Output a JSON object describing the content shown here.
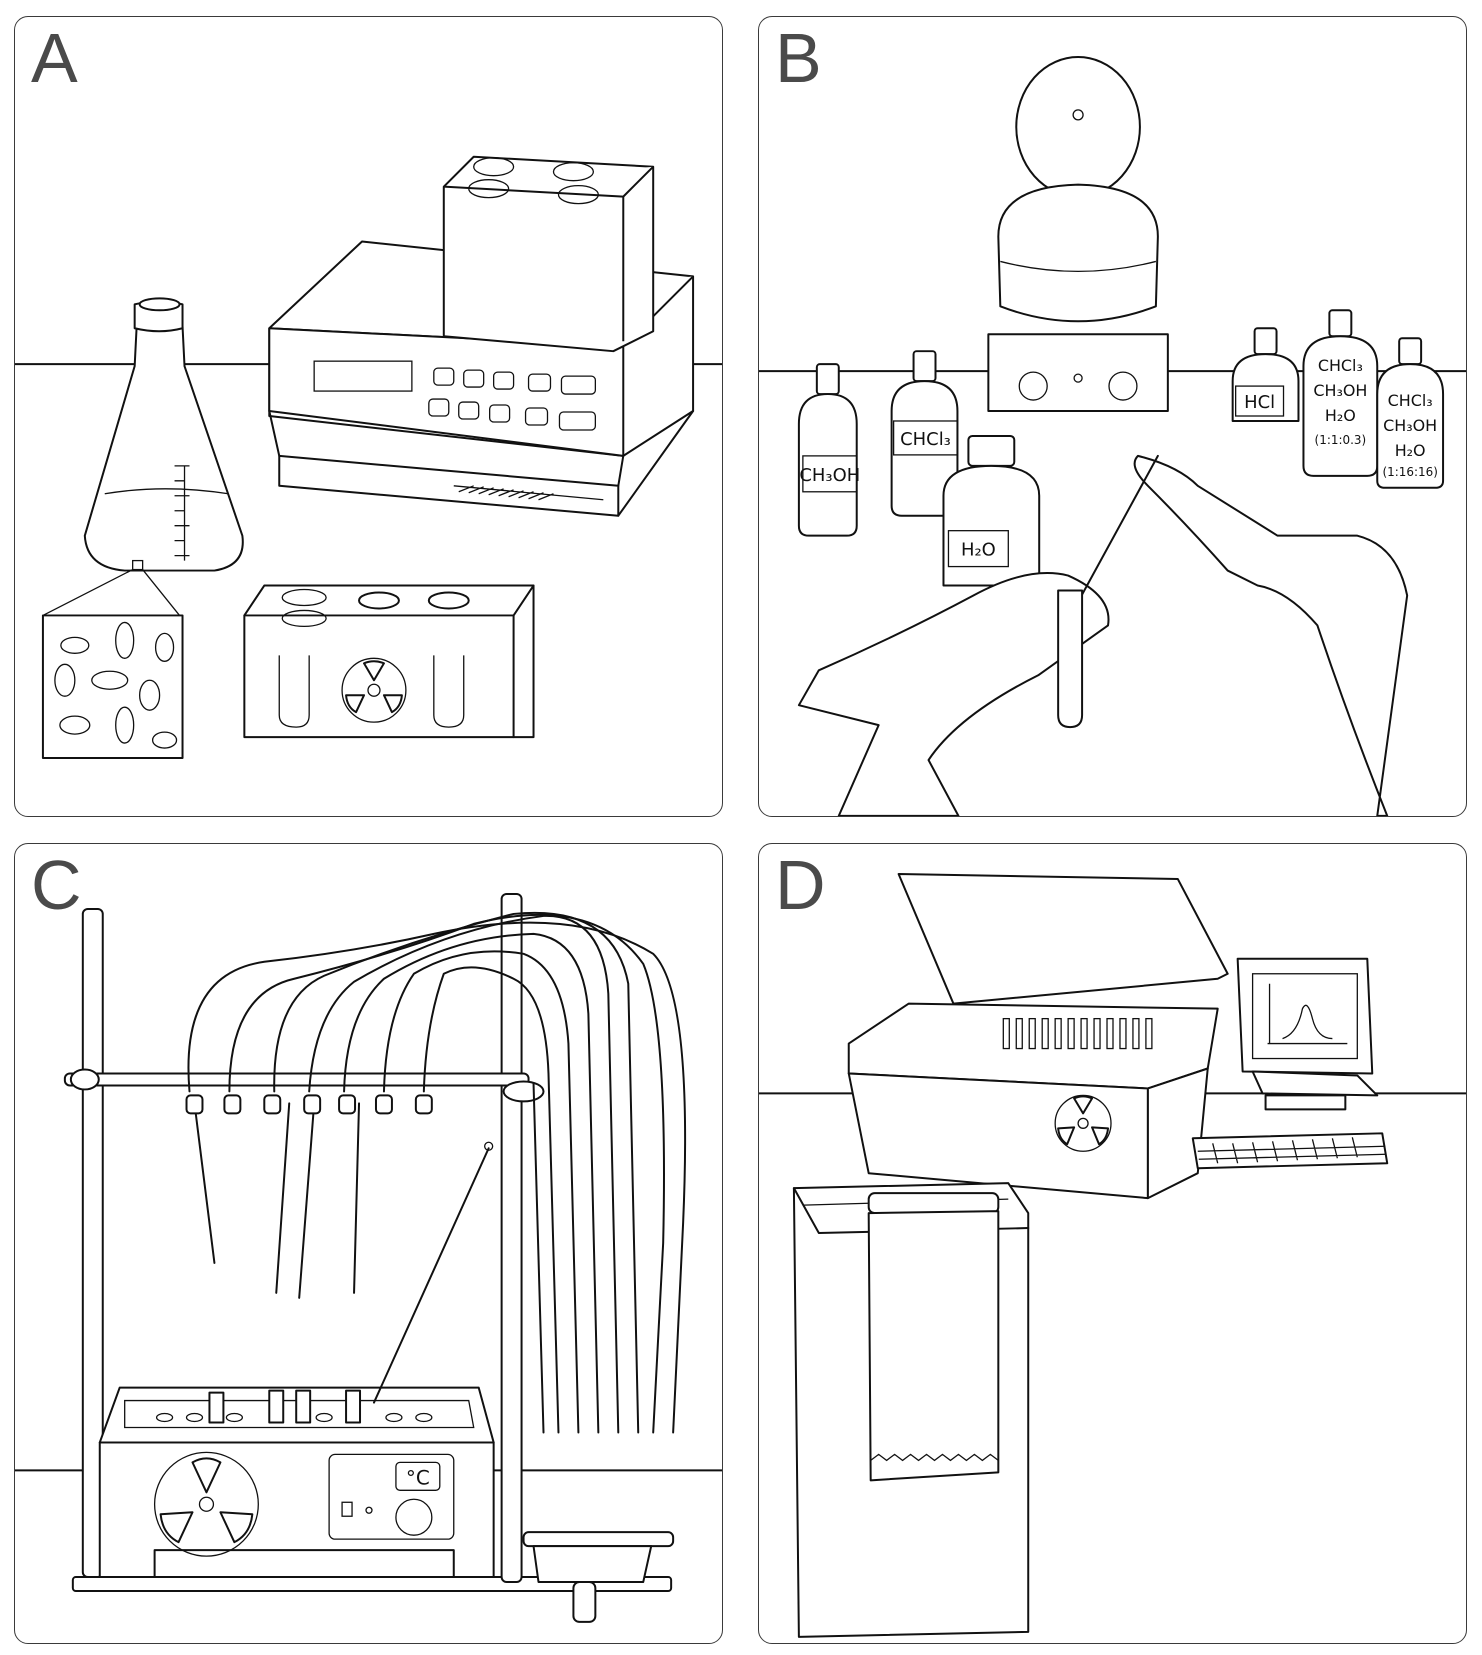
{
  "panels": [
    {
      "letter": "A"
    },
    {
      "letter": "B",
      "bottles": {
        "methanol": "CH₃OH",
        "chloroform": "CHCl₃",
        "water": "H₂O",
        "hcl": "HCl",
        "mix1": [
          "CHCl₃",
          "CH₃OH",
          "H₂O",
          "(1:1:0.3)"
        ],
        "mix2": [
          "CHCl₃",
          "CH₃OH",
          "H₂O",
          "(1:16:16)"
        ]
      }
    },
    {
      "letter": "C",
      "thermostat_unit": "°C"
    },
    {
      "letter": "D"
    }
  ]
}
